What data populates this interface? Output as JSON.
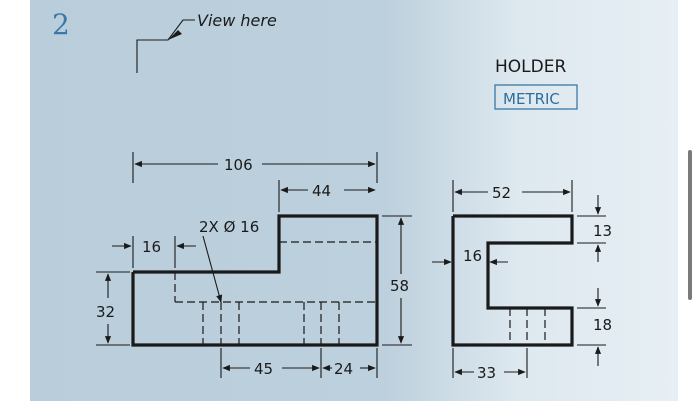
{
  "drawing": {
    "problem_number": "2",
    "view_note": "View here",
    "part_name": "HOLDER",
    "units_box": "METRIC",
    "dims": {
      "overall_width": "106",
      "upper_width": "44",
      "hole_callout": "2X Ø 16",
      "left_step": "16",
      "left_height": "32",
      "height": "58",
      "hole_spacing_1": "45",
      "hole_spacing_2": "24",
      "side_width": "52",
      "side_top": "13",
      "side_slot": "16",
      "side_bottom": "18",
      "side_base": "33"
    }
  }
}
